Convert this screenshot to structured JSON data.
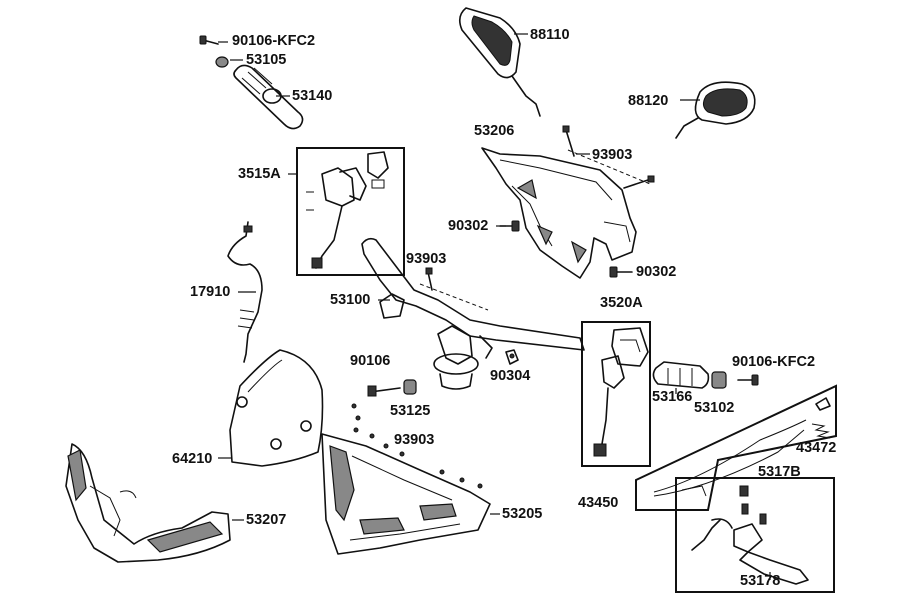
{
  "labels": {
    "p_90106_kfc2_top": "90106-KFC2",
    "p_53105": "53105",
    "p_53140": "53140",
    "p_88110": "88110",
    "p_88120": "88120",
    "p_53206": "53206",
    "p_93903_a": "93903",
    "p_3515a": "3515A",
    "p_90302_a": "90302",
    "p_93903_b": "93903",
    "p_90302_b": "90302",
    "p_17910": "17910",
    "p_53100": "53100",
    "p_3520a": "3520A",
    "p_90106": "90106",
    "p_90304": "90304",
    "p_90106_kfc2_right": "90106-KFC2",
    "p_53166": "53166",
    "p_53102": "53102",
    "p_53125": "53125",
    "p_43472": "43472",
    "p_64210": "64210",
    "p_93903_c": "93903",
    "p_5317b": "5317B",
    "p_43450": "43450",
    "p_53207": "53207",
    "p_53205": "53205",
    "p_53178": "53178"
  },
  "colors": {
    "line": "#111111",
    "background": "#ffffff"
  }
}
